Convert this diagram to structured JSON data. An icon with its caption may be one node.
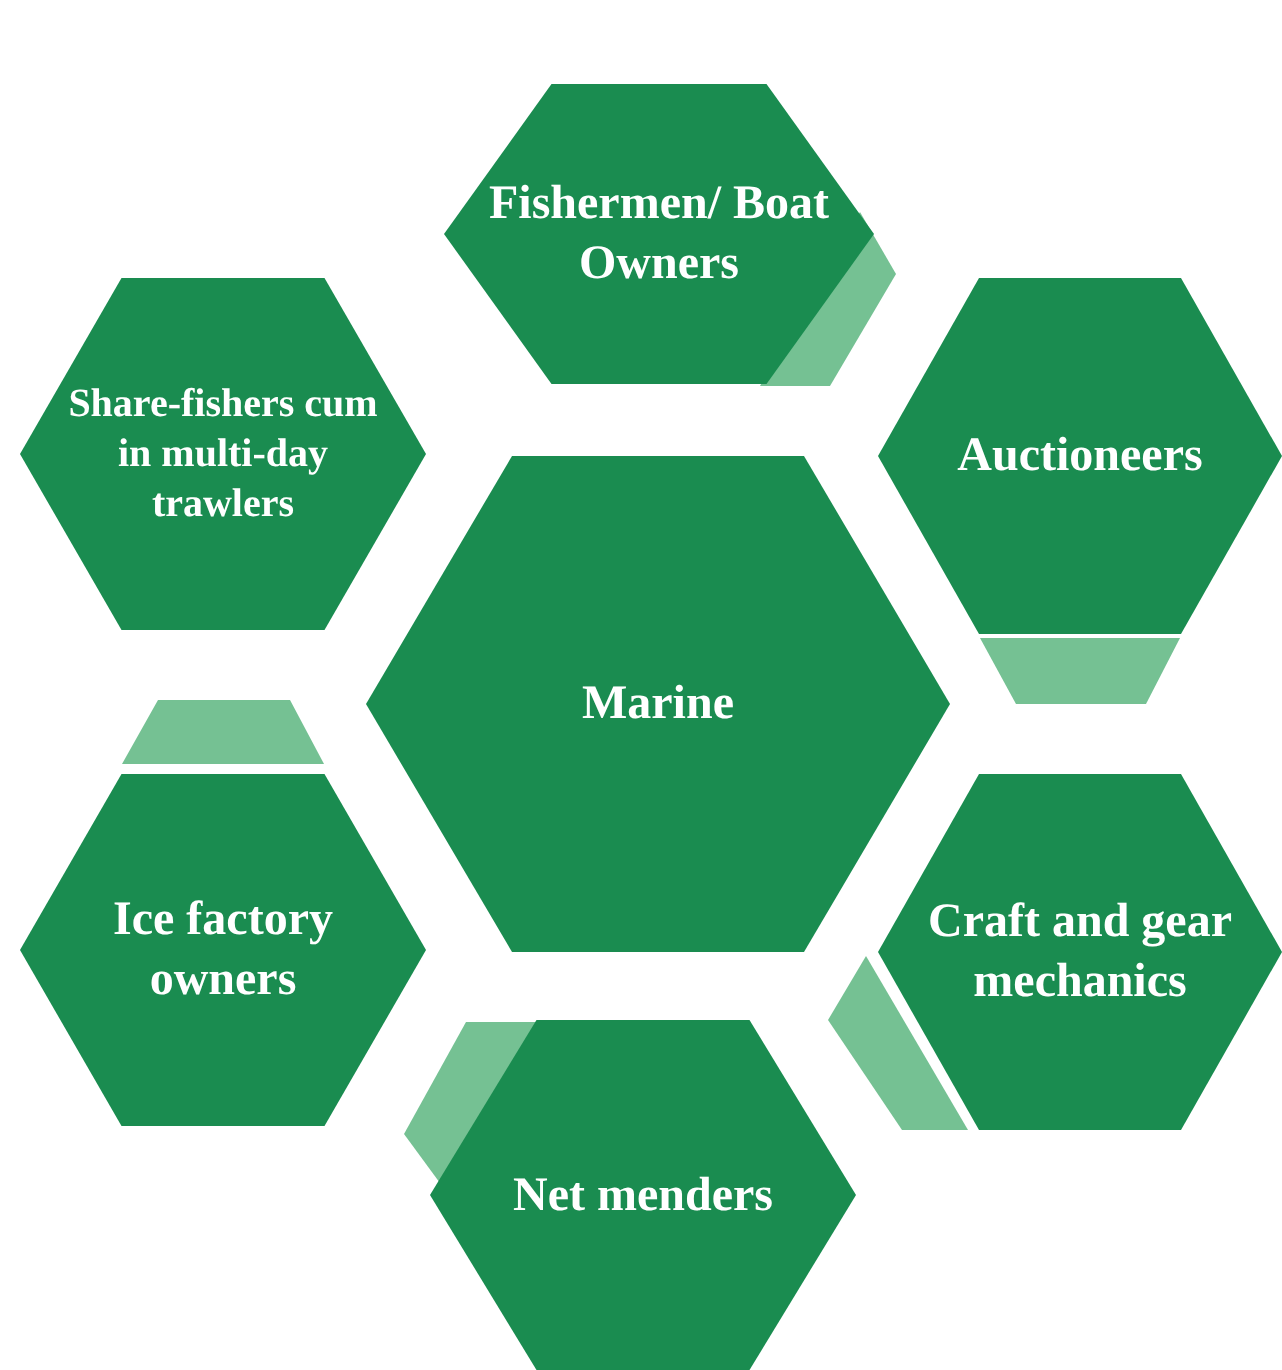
{
  "diagram": {
    "nodes": [
      {
        "text": [
          "Marine"
        ]
      },
      {
        "text": [
          "Fishermen/ Boat Owners"
        ]
      },
      {
        "text": [
          "Auctioneers"
        ]
      },
      {
        "text": [
          "Craft and gear mechanics"
        ]
      },
      {
        "text": [
          "Net menders"
        ]
      },
      {
        "text": [
          "Ice factory owners"
        ]
      },
      {
        "text": [
          "Share-fishers cum in multi-day trawlers"
        ]
      }
    ]
  }
}
